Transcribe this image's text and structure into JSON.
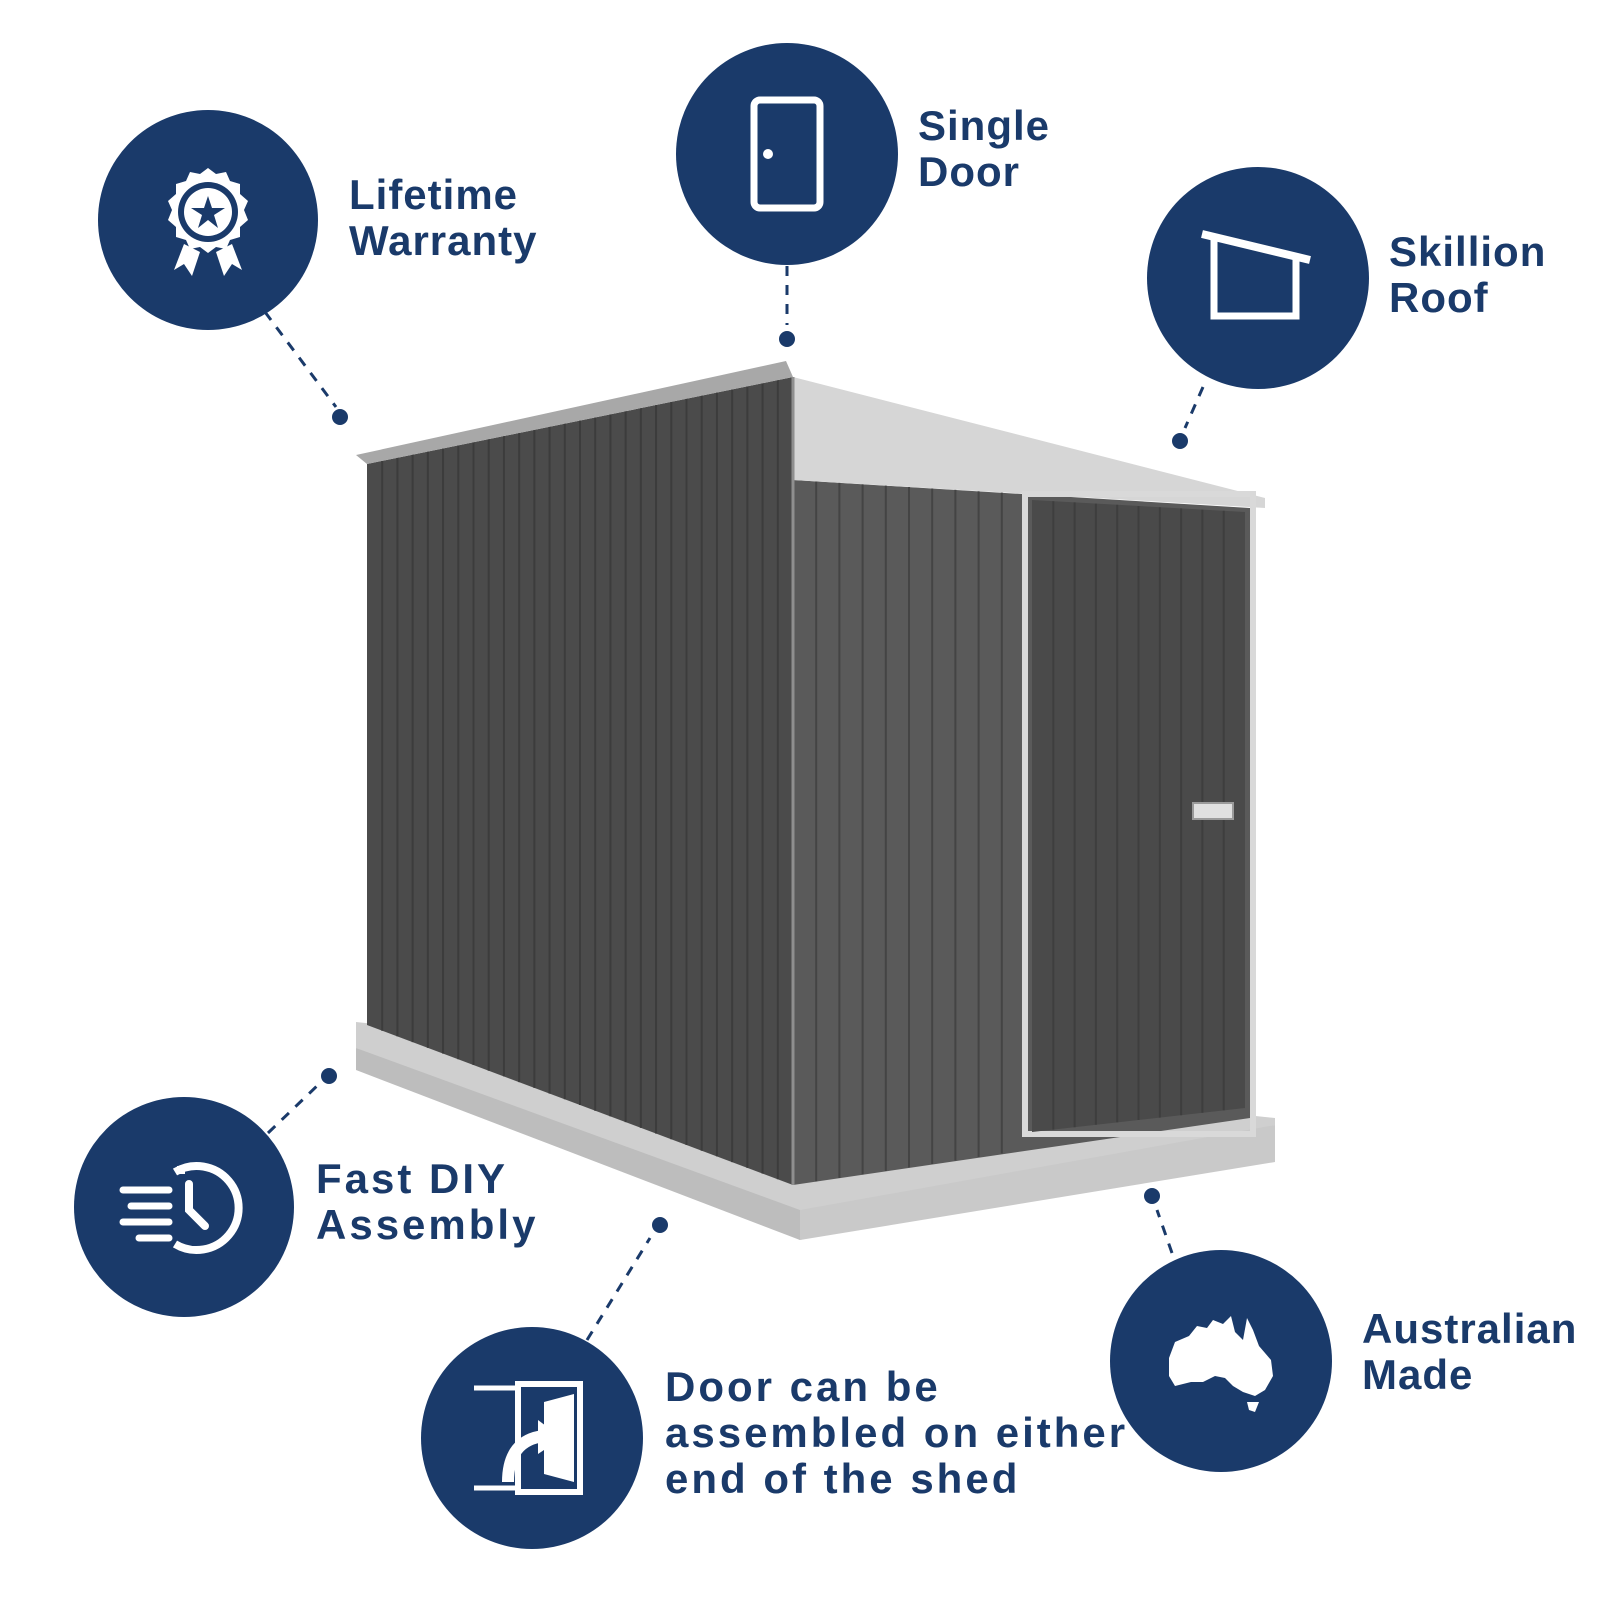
{
  "colors": {
    "badge": "#1a3a6a",
    "text": "#1a3a6a",
    "connector": "#1a3a6a",
    "shed_wall": "#5a5a5a",
    "shed_side": "#4b4b4b",
    "shed_trim": "#cfcfcf",
    "base": "#bfbfbf"
  },
  "features": [
    {
      "icon": "award-ribbon-icon",
      "lines": [
        "Lifetime",
        "Warranty"
      ]
    },
    {
      "icon": "door-icon",
      "lines": [
        "Single",
        "Door"
      ]
    },
    {
      "icon": "skillion-roof-icon",
      "lines": [
        "Skillion",
        "Roof"
      ]
    },
    {
      "icon": "fast-clock-icon",
      "lines": [
        "Fast DIY",
        "Assembly"
      ]
    },
    {
      "icon": "door-reversible-icon",
      "lines": [
        "Door can be",
        "assembled on either",
        "end of the shed"
      ]
    },
    {
      "icon": "australia-map-icon",
      "lines": [
        "Australian",
        "Made"
      ]
    }
  ],
  "product_image": {
    "icon": "garden-shed-illustration"
  }
}
